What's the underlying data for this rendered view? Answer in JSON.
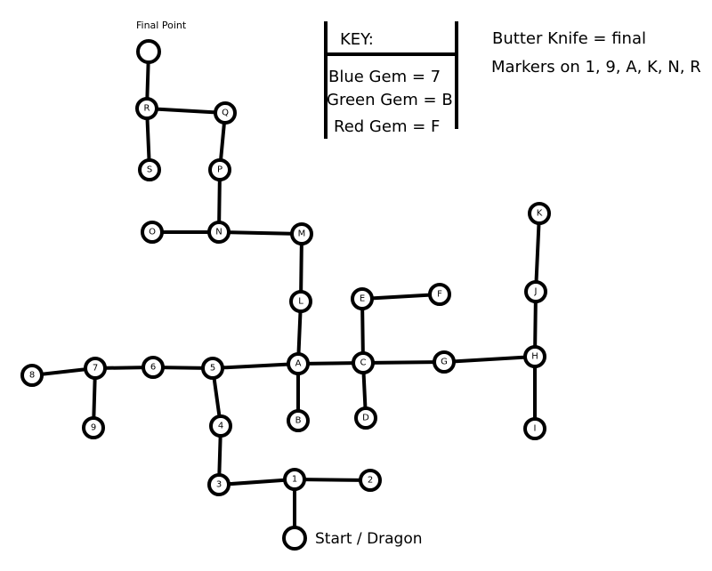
{
  "final_point_label": "Final Point",
  "start_label": "Start  / Dragon",
  "key": {
    "title": "KEY:",
    "entries": [
      "Blue Gem = 7",
      "Green Gem = B",
      "Red Gem = F"
    ]
  },
  "notes": [
    "Butter Knife = final",
    "Markers on 1, 9, A, K, N, R"
  ],
  "nodes": {
    "final": "",
    "start": "",
    "R": "R",
    "Q": "Q",
    "S": "S",
    "P": "P",
    "O": "O",
    "N": "N",
    "M": "M",
    "L": "L",
    "E": "E",
    "F": "F",
    "K": "K",
    "J": "J",
    "H": "H",
    "G": "G",
    "C": "C",
    "A": "A",
    "D": "D",
    "B": "B",
    "I": "I",
    "n8": "8",
    "n7": "7",
    "n6": "6",
    "n5": "5",
    "n9": "9",
    "n4": "4",
    "n3": "3",
    "n1": "1",
    "n2": "2"
  },
  "edges": [
    [
      "final",
      "R"
    ],
    [
      "R",
      "Q"
    ],
    [
      "R",
      "S"
    ],
    [
      "Q",
      "P"
    ],
    [
      "P",
      "N"
    ],
    [
      "O",
      "N"
    ],
    [
      "N",
      "M"
    ],
    [
      "M",
      "L"
    ],
    [
      "L",
      "A"
    ],
    [
      "n8",
      "n7"
    ],
    [
      "n7",
      "n6"
    ],
    [
      "n6",
      "n5"
    ],
    [
      "n5",
      "A"
    ],
    [
      "A",
      "C"
    ],
    [
      "C",
      "G"
    ],
    [
      "G",
      "H"
    ],
    [
      "n7",
      "n9"
    ],
    [
      "n5",
      "n4"
    ],
    [
      "n4",
      "n3"
    ],
    [
      "n3",
      "n1"
    ],
    [
      "n1",
      "n2"
    ],
    [
      "n1",
      "start"
    ],
    [
      "A",
      "B"
    ],
    [
      "C",
      "E"
    ],
    [
      "E",
      "F"
    ],
    [
      "C",
      "D"
    ],
    [
      "K",
      "J"
    ],
    [
      "J",
      "H"
    ],
    [
      "H",
      "I"
    ]
  ]
}
